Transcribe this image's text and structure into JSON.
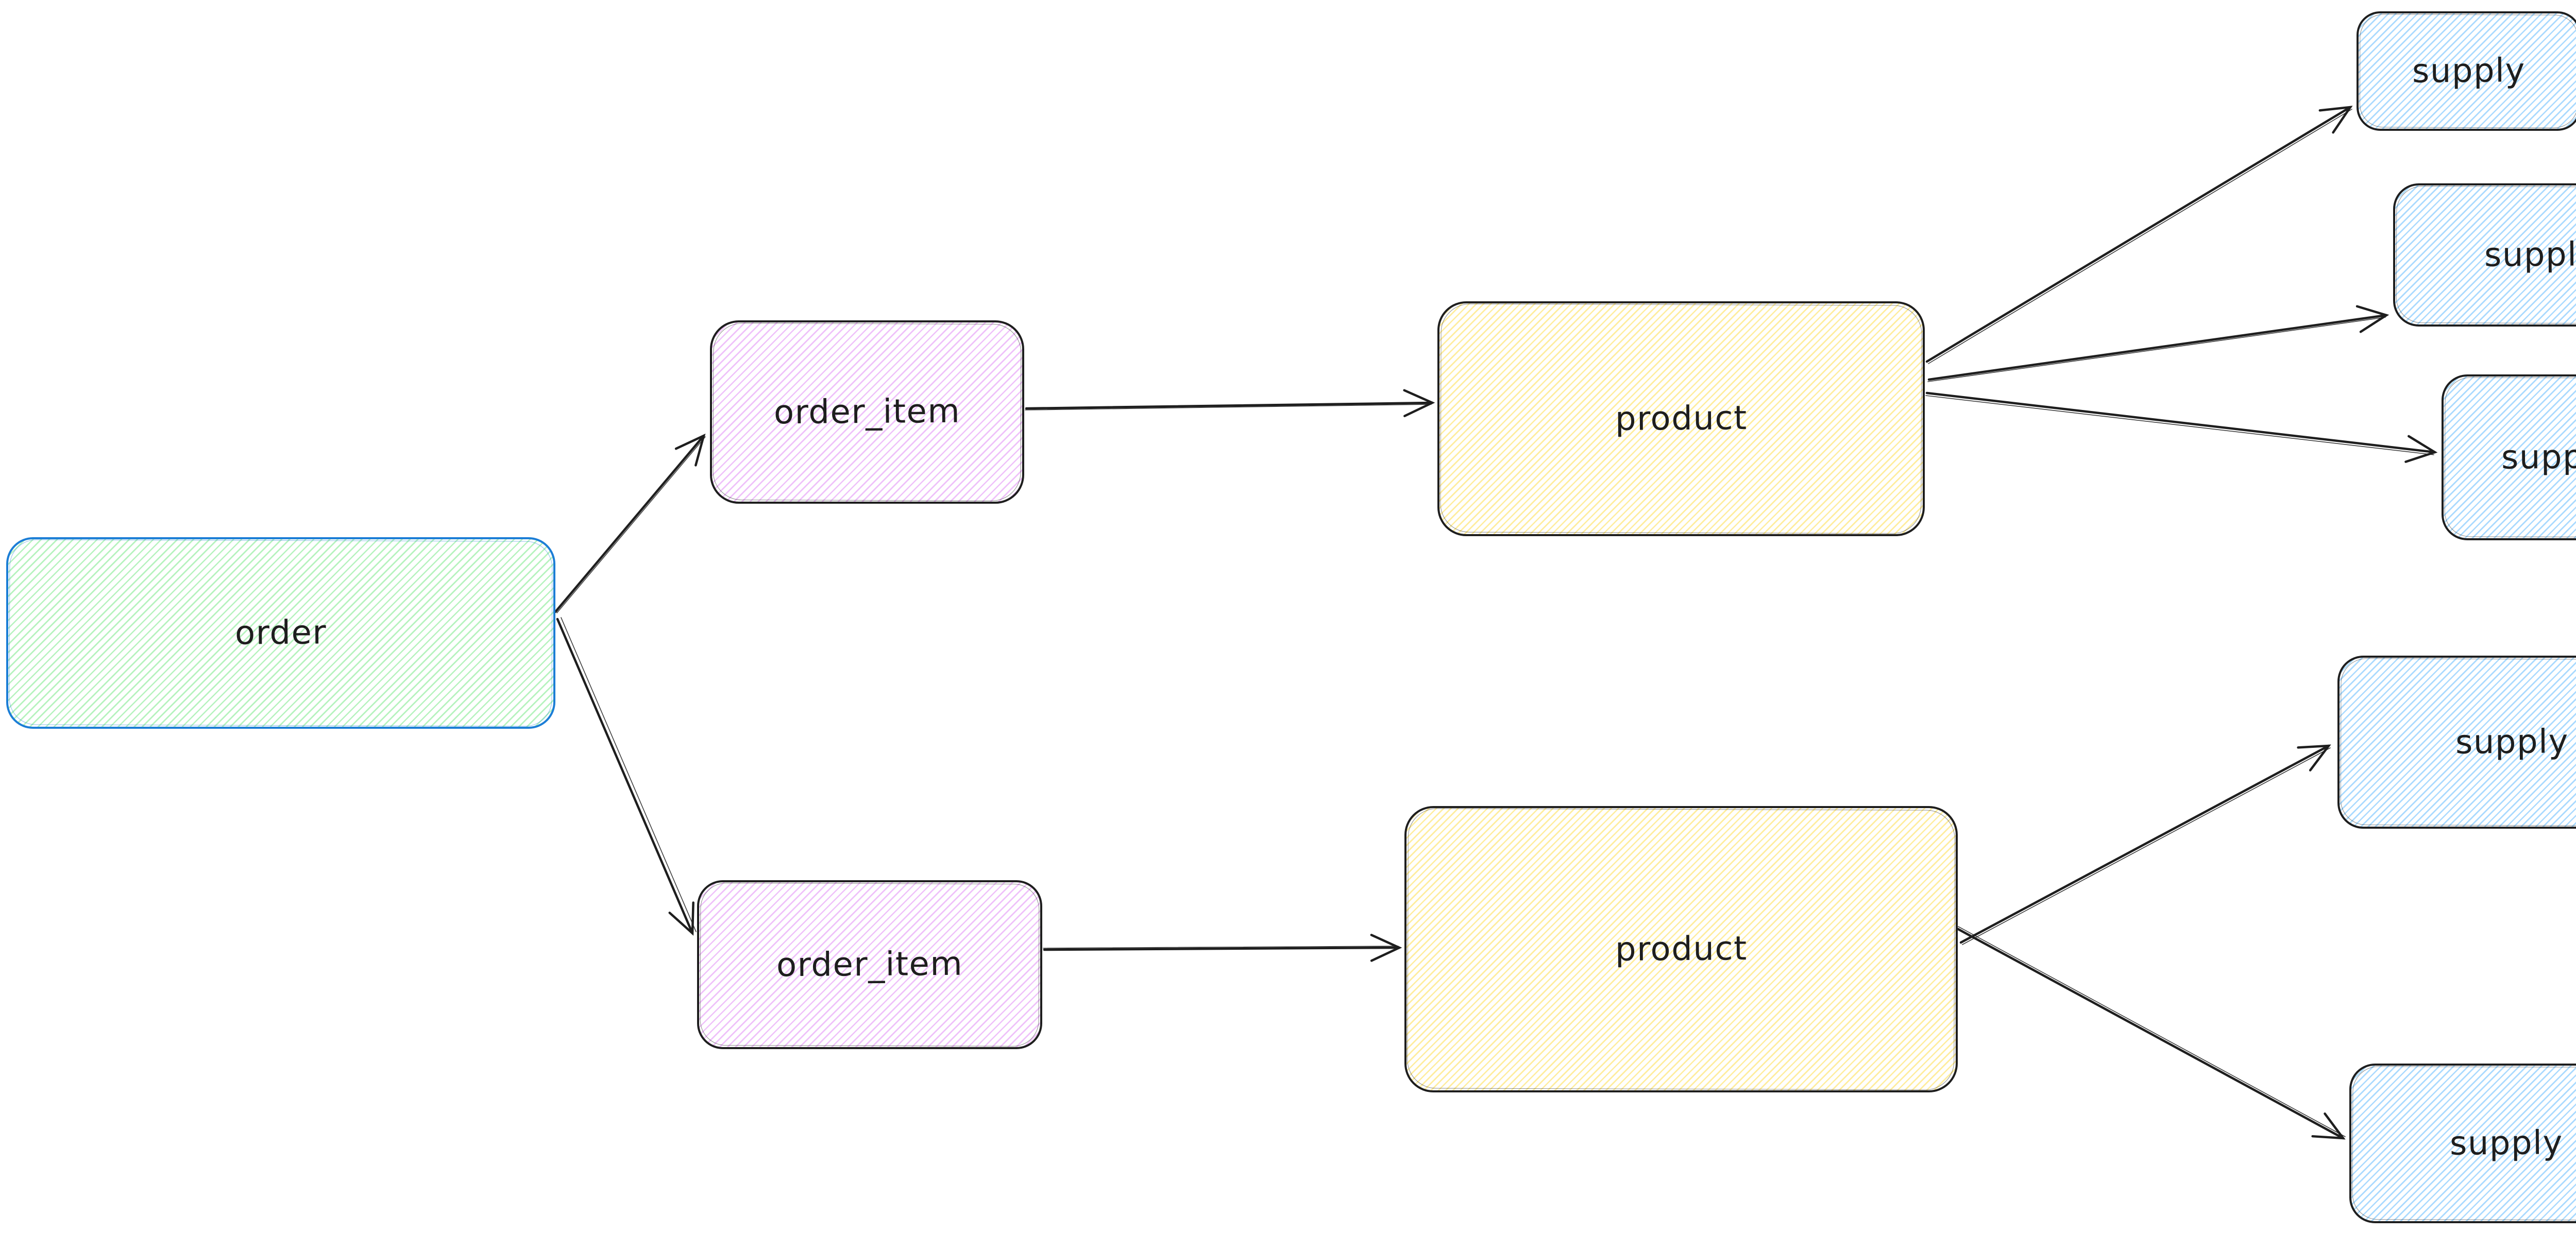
{
  "diagram": {
    "background_color": "#ffffff",
    "default_stroke_color": "#1e1e1e",
    "selected_stroke_color": "#1c7ed6",
    "nodes": [
      {
        "id": "order",
        "label": "order",
        "fill_color": "#b2f2bb",
        "stroke_color": "#1c7ed6"
      },
      {
        "id": "order_item_top",
        "label": "order_item",
        "fill_color": "#eebefa",
        "stroke_color": "#1e1e1e"
      },
      {
        "id": "product_top",
        "label": "product",
        "fill_color": "#ffec99",
        "stroke_color": "#1e1e1e"
      },
      {
        "id": "supply_1",
        "label": "supply",
        "fill_color": "#a5d8ff",
        "stroke_color": "#1e1e1e"
      },
      {
        "id": "supply_2",
        "label": "supply",
        "fill_color": "#a5d8ff",
        "stroke_color": "#1e1e1e"
      },
      {
        "id": "supply_3",
        "label": "supply",
        "fill_color": "#a5d8ff",
        "stroke_color": "#1e1e1e"
      },
      {
        "id": "order_item_bottom",
        "label": "order_item",
        "fill_color": "#eebefa",
        "stroke_color": "#1e1e1e"
      },
      {
        "id": "product_bottom",
        "label": "product",
        "fill_color": "#ffec99",
        "stroke_color": "#1e1e1e"
      },
      {
        "id": "supply_4",
        "label": "supply",
        "fill_color": "#a5d8ff",
        "stroke_color": "#1e1e1e"
      },
      {
        "id": "supply_5",
        "label": "supply",
        "fill_color": "#a5d8ff",
        "stroke_color": "#1e1e1e"
      }
    ],
    "edges": [
      {
        "from": "order",
        "to": "order_item_top"
      },
      {
        "from": "order",
        "to": "order_item_bottom"
      },
      {
        "from": "order_item_top",
        "to": "product_top"
      },
      {
        "from": "order_item_bottom",
        "to": "product_bottom"
      },
      {
        "from": "product_top",
        "to": "supply_1"
      },
      {
        "from": "product_top",
        "to": "supply_2"
      },
      {
        "from": "product_top",
        "to": "supply_3"
      },
      {
        "from": "product_bottom",
        "to": "supply_4"
      },
      {
        "from": "product_bottom",
        "to": "supply_5"
      }
    ]
  }
}
